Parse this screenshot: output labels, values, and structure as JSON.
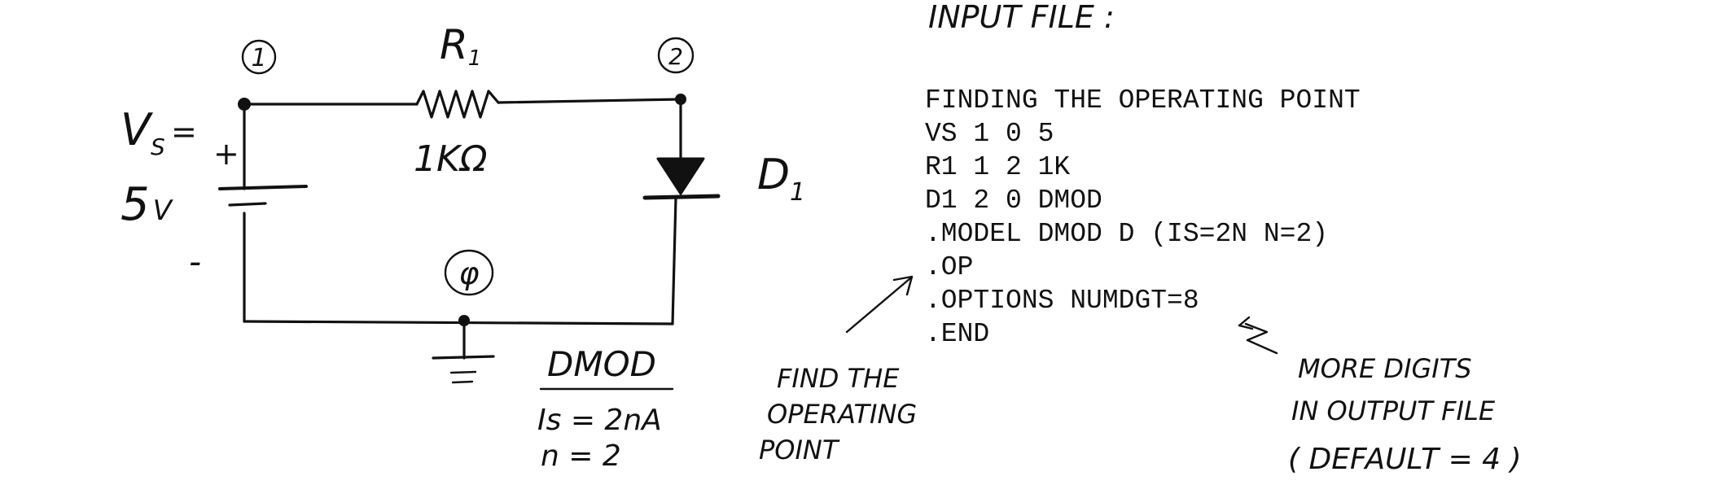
{
  "schematic": {
    "node_1": "1",
    "node_2": "2",
    "node_ground": "φ",
    "resistor_name": "R",
    "resistor_sub": "1",
    "resistor_value": "1KΩ",
    "source_name": "V",
    "source_sub": "S",
    "source_eq": "=",
    "source_value": "5",
    "source_unit": "V",
    "plus": "+",
    "minus": "-",
    "diode_name": "D",
    "diode_sub": "1"
  },
  "model_note": {
    "title": "DMOD",
    "line1": "Is = 2nA",
    "line2": "n = 2"
  },
  "input_file": {
    "heading": "INPUT FILE :",
    "lines": [
      "FINDING THE OPERATING POINT",
      "VS 1 0 5",
      "R1 1 2 1K",
      "D1 2 0 DMOD",
      ".MODEL DMOD D (IS=2N N=2)",
      ".OP",
      ".OPTIONS NUMDGT=8",
      ".END"
    ]
  },
  "annotations": {
    "op": [
      "FIND THE",
      "OPERATING",
      "POINT"
    ],
    "digits": [
      "MORE DIGITS",
      "IN OUTPUT FILE",
      "( DEFAULT = 4 )"
    ]
  }
}
